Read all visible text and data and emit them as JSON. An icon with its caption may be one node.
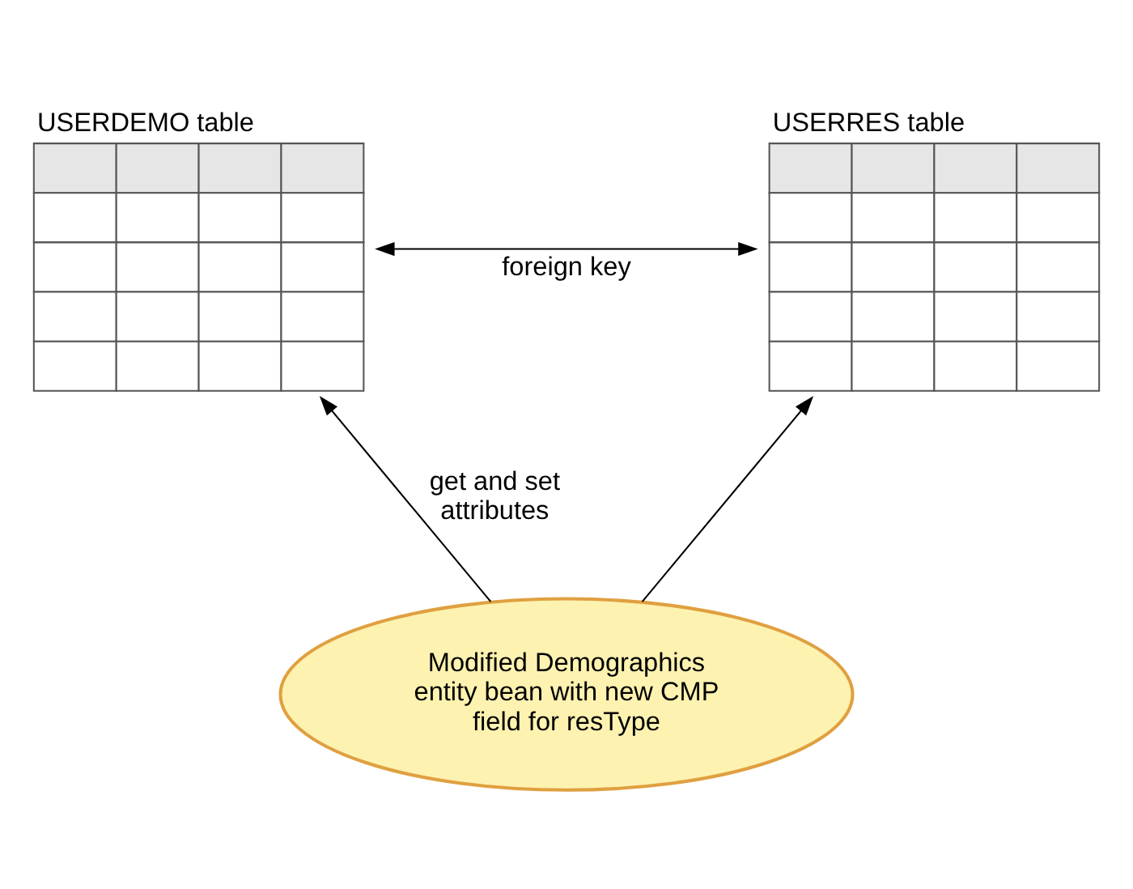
{
  "diagram": {
    "nodes": [
      {
        "text": [
          "USERDEMO table"
        ]
      },
      {
        "text": [
          "USERRES table"
        ]
      },
      {
        "text": [
          "Modified Demographics entity bean with new CMP field for resType"
        ]
      }
    ],
    "edges": [
      {
        "from": 0,
        "to": 1,
        "arrow": "both",
        "label": "foreign key"
      },
      {
        "from": 2,
        "to": 0,
        "arrow": "to",
        "label": "get and set attributes"
      },
      {
        "from": 2,
        "to": 1,
        "arrow": "to"
      }
    ]
  }
}
